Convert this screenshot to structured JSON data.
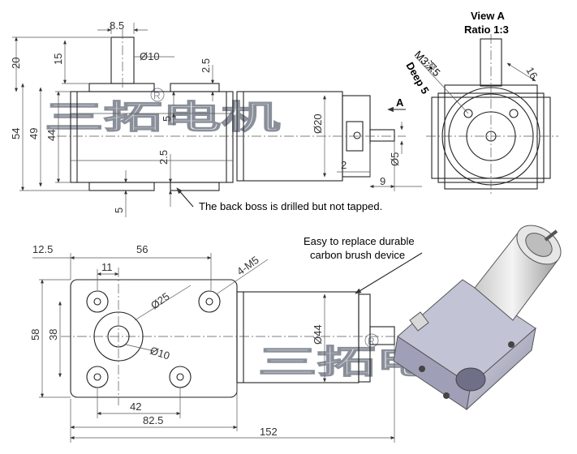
{
  "watermark": {
    "text": "三拓电机",
    "registered": "R"
  },
  "view_a": {
    "title": "View A",
    "ratio": "Ratio 1:3",
    "arrow_label": "A"
  },
  "notes": {
    "back_boss": "The back boss is drilled but not tapped.",
    "brush_line1": "Easy to replace durable",
    "brush_line2": "carbon brush device",
    "deep": "Deep 5",
    "m3_tap": "M3深5"
  },
  "dims_top": {
    "d8_5": "8.5",
    "d20": "20",
    "d15": "15",
    "phi10": "Ø10",
    "d2_5a": "2.5",
    "d54": "54",
    "d49": "49",
    "d44": "44",
    "d5a": "5",
    "d2_5b": "2.5",
    "d5b": "5",
    "phi20": "Ø20",
    "d2": "2",
    "phi5": "Ø5",
    "d9": "9",
    "d16": "16"
  },
  "dims_bottom": {
    "d12_5": "12.5",
    "d56": "56",
    "d11": "11",
    "m5": "4-M5",
    "phi25": "Ø25",
    "d58": "58",
    "d38": "38",
    "phi10": "Ø10",
    "phi44": "Ø44",
    "d42": "42",
    "d82_5": "82.5",
    "d152": "152"
  }
}
